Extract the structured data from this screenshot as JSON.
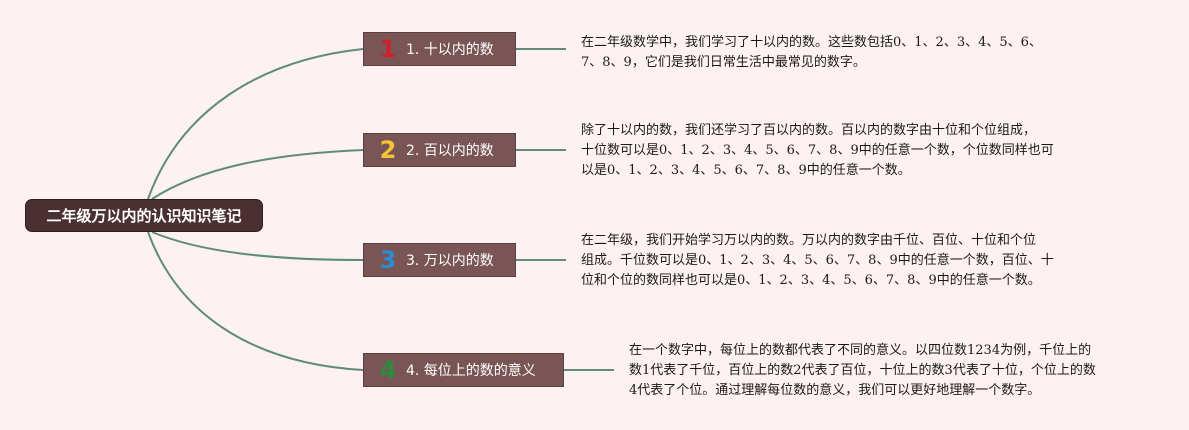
{
  "root": {
    "title": "二年级万以内的认识知识笔记"
  },
  "topics": [
    {
      "number": "1",
      "number_color": "#d0202b",
      "label": "1. 十以内的数",
      "desc": [
        "在二年级数学中，我们学习了十以内的数。这些数包括0、1、2、3、4、5、6、",
        "7、8、9，它们是我们日常生活中最常见的数字。"
      ]
    },
    {
      "number": "2",
      "number_color": "#f4c436",
      "label": "2. 百以内的数",
      "desc": [
        "除了十以内的数，我们还学习了百以内的数。百以内的数字由十位和个位组成，",
        "十位数可以是0、1、2、3、4、5、6、7、8、9中的任意一个数，个位数同样也可",
        "以是0、1、2、3、4、5、6、7、8、9中的任意一个数。"
      ]
    },
    {
      "number": "3",
      "number_color": "#2d8bd0",
      "label": "3. 万以内的数",
      "desc": [
        "在二年级，我们开始学习万以内的数。万以内的数字由千位、百位、十位和个位",
        "组成。千位数可以是0、1、2、3、4、5、6、7、8、9中的任意一个数，百位、十",
        "位和个位的数同样也可以是0、1、2、3、4、5、6、7、8、9中的任意一个数。"
      ]
    },
    {
      "number": "4",
      "number_color": "#2f8a3a",
      "label": "4. 每位上的数的意义",
      "desc": [
        "在一个数字中，每位上的数都代表了不同的意义。以四位数1234为例，千位上的",
        "数1代表了千位，百位上的数2代表了百位，十位上的数3代表了十位，个位上的数",
        "4代表了个位。通过理解每位数的意义，我们可以更好地理解一个数字。"
      ]
    }
  ],
  "colors": {
    "link": "#5f8a7e",
    "topic_bg": "#7a5556",
    "root_bg": "#4a3032"
  }
}
